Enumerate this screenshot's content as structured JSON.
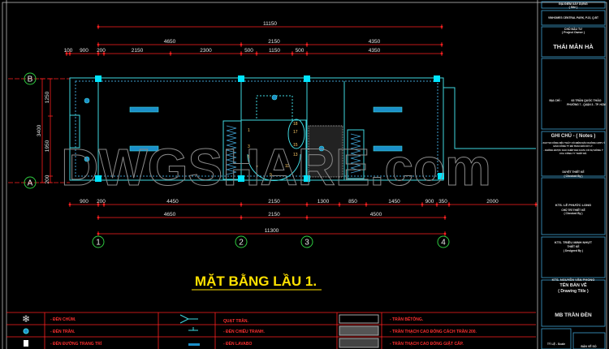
{
  "drawing": {
    "title": "MẶT BẰNG LẦU 1.",
    "watermark": "DWGSHARE.com",
    "grid_rows": [
      "B",
      "A"
    ],
    "grid_cols": [
      "1",
      "2",
      "3",
      "4"
    ],
    "top_dims": {
      "overall": "11150",
      "middle": [
        "4650",
        "2150",
        "4350"
      ],
      "detail": [
        "100",
        "900",
        "200",
        "2150",
        "2300",
        "500",
        "1150",
        "500",
        "4350"
      ]
    },
    "bottom_dims": {
      "detail": [
        "900",
        "200",
        "4450",
        "2150",
        "1300",
        "850",
        "1450",
        "900",
        "350",
        "2000"
      ],
      "middle": [
        "4650",
        "2150",
        "4500"
      ],
      "overall": "11300"
    },
    "left_dims": {
      "overall": "3400",
      "detail": [
        "1250",
        "1950",
        "200"
      ]
    },
    "stair_numbers": [
      "1",
      "3",
      "5",
      "7",
      "9",
      "11",
      "13",
      "15",
      "17",
      "18"
    ],
    "colors": {
      "dimension": "#ff2020",
      "wall": "#3fd8e0",
      "column": "#00e5ff",
      "title": "#ffe100",
      "grid_bubble": "#2ecc40"
    }
  },
  "legend": [
    {
      "icon": "chandelier-icon",
      "label": "- ĐÈN CHÙM.",
      "icon2": "ceiling-fan-icon",
      "label2": "QUẠT TRẦN.",
      "label3": "- TRẦN BÊTÔNG."
    },
    {
      "icon": "ceiling-light-icon",
      "label": "- ĐÈN TRẦN.",
      "icon2": "picture-light-icon",
      "label2": "- ĐÈN CHIẾU TRANH.",
      "label3": "- TRẦN THẠCH CAO ĐÓNG CÁCH TRẦN 200."
    },
    {
      "icon": "wall-light-icon",
      "label": "- ĐÈN ĐƯỜNG TRANG TRÍ",
      "icon2": "led-light-icon",
      "label2": "- ĐÈN LAVABO",
      "label3": "- TRẦN THẠCH CAO ĐÓNG GIẬT CẤP."
    }
  ],
  "title_block": {
    "location_label": "ĐỊA ĐIỂM XÂY DỰNG",
    "location_label_en": "( Site )",
    "location": "VINHOMES CENTRAL PARK, P.22, Q.BT",
    "owner_label": "CHỦ ĐẦU TƯ",
    "owner_label_en": "( Project Owner )",
    "owner": "THÁI MẪN HÀ",
    "address_label": "ĐỊA CHỈ :",
    "address_line1": "63 TRẦN QUỐC THẢO",
    "address_line2": "PHƯỜNG 7 - QUẬN 3 - TP. HCM",
    "notes_title": "GHI CHÚ - ( Notes )",
    "notes": [
      "- KHI THI CÔNG NẾU THẤY CÓ ĐIỂM NÀO KHÔNG HỢP LÝ",
      "  BÁO CÔNG TY ĐỂ TRAO ĐỔI XỬ LÝ.",
      "- KHÔNG ĐƯỢC SAO CHÉP KHI CHƯA CÓ SỰ ĐỒNG Ý",
      "  CỦA CÔNG TY THIẾT KẾ."
    ],
    "checked_label": "DUYỆT THIẾT KẾ",
    "checked_label_en": "( Checked By )",
    "checker": "KTS. LÊ PHƯỚC LONG",
    "chief_label": "CHỦ TRÌ THIẾT KẾ",
    "chief_label_en": "( Checked By )",
    "designer": "KTS. TRIỆU MINH NHỰT",
    "designer_label": "THIẾT KẾ",
    "designer_label_en": "( Designed By )",
    "drafter": "KTS. NGUYỄN VĂN PHONG",
    "drawing_title_label": "TÊN BẢN VẼ",
    "drawing_title_label_en": "( Drawing Title )",
    "drawing_title": "MB TRẦN ĐÈN",
    "scale_label": "TỶ LỆ - Scale",
    "sheet_label": "BẢN VẼ SỐ"
  }
}
